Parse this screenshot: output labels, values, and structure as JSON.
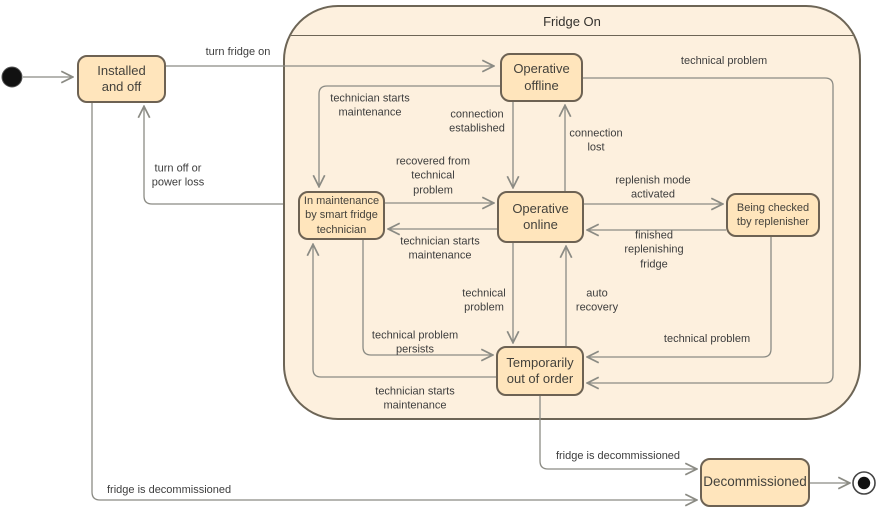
{
  "diagram": {
    "type": "uml-state-diagram",
    "container_title": "Fridge On",
    "states": {
      "installed": "Installed\nand off",
      "operative_offline": "Operative\noffline",
      "in_maintenance": "In maintenance\nby smart fridge\ntechnician",
      "operative_online": "Operative\nonline",
      "being_checked": "Being checked\ntby replenisher",
      "temporarily_out": "Temporarily\nout of order",
      "decommissioned": "Decommissioned"
    },
    "transition_labels": {
      "turn_fridge_on": "turn fridge on",
      "turn_off_or_power_loss": "turn off or\npower loss",
      "technician_starts_maintenance_top": "technician starts\nmaintenance",
      "connection_established": "connection\nestablished",
      "connection_lost": "connection\nlost",
      "technical_problem_top": "technical problem",
      "recovered_from_technical_problem": "recovered from\ntechnical\nproblem",
      "technician_starts_maintenance_mid": "technician starts\nmaintenance",
      "replenish_mode_activated": "replenish mode\nactivated",
      "finished_replenishing_fridge": "finished\nreplenishing\nfridge",
      "technical_problem_mid": "technical\nproblem",
      "auto_recovery": "auto\nrecovery",
      "technical_problem_persists": "technical problem\npersists",
      "technical_problem_right": "technical problem",
      "technician_starts_maintenance_bottom": "technician starts\nmaintenance",
      "fridge_is_decommissioned_mid": "fridge is decommissioned",
      "fridge_is_decommissioned_bottom": "fridge is decommissioned"
    },
    "nodes": {
      "initial_state": "initial-state-dot",
      "final_state": "final-state-dot"
    },
    "colors": {
      "state_fill": "#ffe5bc",
      "state_stroke": "#6d6253",
      "container_fill": "#fdf0de",
      "container_stroke": "#6d6556",
      "edge": "#8b8b84",
      "label_text": "#3d3d3d"
    }
  }
}
